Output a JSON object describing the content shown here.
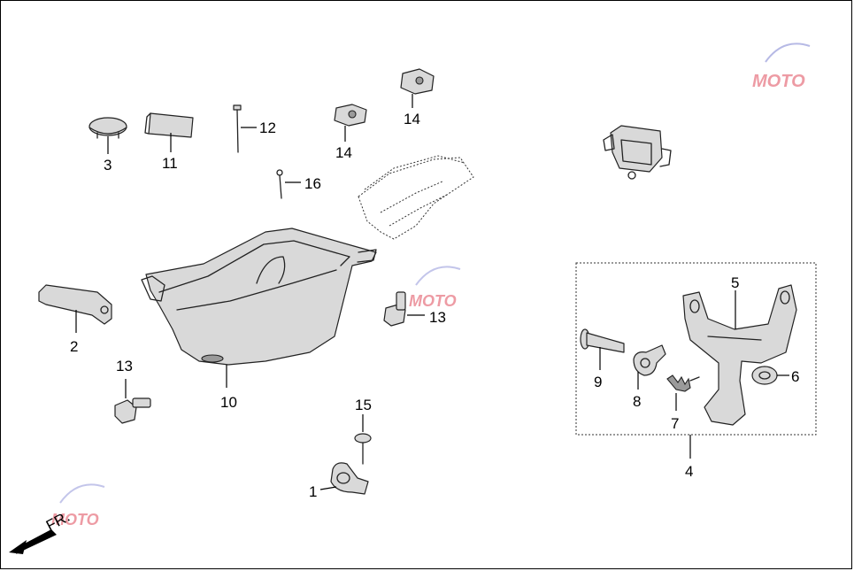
{
  "diagram": {
    "callouts": {
      "c1": "1",
      "c2": "2",
      "c3": "3",
      "c4": "4",
      "c5": "5",
      "c6": "6",
      "c7": "7",
      "c8": "8",
      "c9": "9",
      "c10": "10",
      "c11": "11",
      "c12": "12",
      "c13a": "13",
      "c13b": "13",
      "c14a": "14",
      "c14b": "14",
      "c15": "15",
      "c16": "16"
    },
    "direction_label": "FR.",
    "watermark": "MOTO"
  }
}
